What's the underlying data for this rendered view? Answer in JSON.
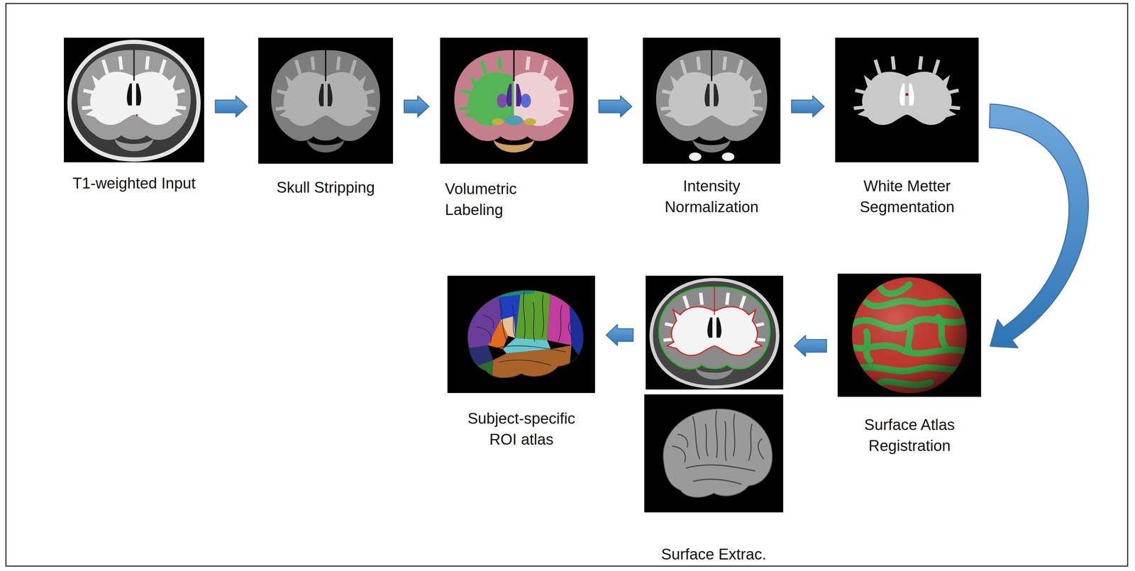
{
  "diagram": {
    "nodes": [
      {
        "text": [
          "T1-weighted Input"
        ]
      },
      {
        "text": [
          "Skull Stripping"
        ]
      },
      {
        "text": [
          "Volumetric Labeling"
        ]
      },
      {
        "text": [
          "Intensity Normalization"
        ]
      },
      {
        "text": [
          "White Metter Segmentation"
        ]
      },
      {
        "text": [
          "Surface Atlas Registration"
        ]
      },
      {
        "text": [
          "Surface Extrac."
        ]
      },
      {
        "text": [
          "Subject-specific ROI atlas"
        ]
      }
    ],
    "edges": [
      {
        "from": 0,
        "to": 1,
        "arrow": "to"
      },
      {
        "from": 1,
        "to": 2,
        "arrow": "to"
      },
      {
        "from": 2,
        "to": 3,
        "arrow": "to"
      },
      {
        "from": 3,
        "to": 4,
        "arrow": "to"
      },
      {
        "from": 4,
        "to": 5,
        "arrow": "to"
      },
      {
        "from": 5,
        "to": 6,
        "arrow": "to"
      },
      {
        "from": 6,
        "to": 7,
        "arrow": "to"
      }
    ]
  }
}
